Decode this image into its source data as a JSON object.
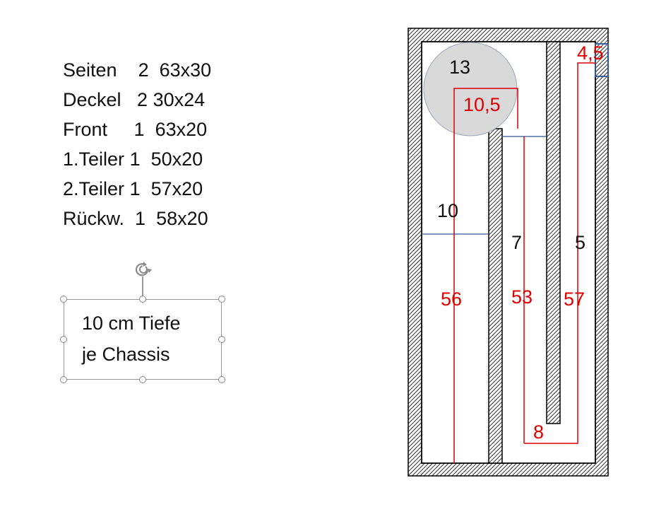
{
  "parts_list": [
    {
      "name": "Seiten",
      "qty": "2",
      "dims": "63x30"
    },
    {
      "name": "Deckel",
      "qty": "2",
      "dims": "30x24"
    },
    {
      "name": "Front",
      "qty": "1",
      "dims": "63x20"
    },
    {
      "name": "1.Teiler",
      "qty": "1",
      "dims": "50x20"
    },
    {
      "name": "2.Teiler",
      "qty": "1",
      "dims": "57x20"
    },
    {
      "name": "Rückw.",
      "qty": "1",
      "dims": "58x20"
    }
  ],
  "note_box": {
    "line1": "10 cm Tiefe",
    "line2": "je Chassis"
  },
  "diagram": {
    "black_labels": [
      "13",
      "10",
      "7",
      "5"
    ],
    "red_labels": [
      "4,5",
      "10,5",
      "56",
      "53",
      "57",
      "8"
    ]
  },
  "colors": {
    "wall_outline": "#000000",
    "red_path": "#e00000",
    "blue_marker": "#2f5597",
    "speaker_fill": "#d9d9d9",
    "speaker_stroke": "#9aa6b8"
  }
}
